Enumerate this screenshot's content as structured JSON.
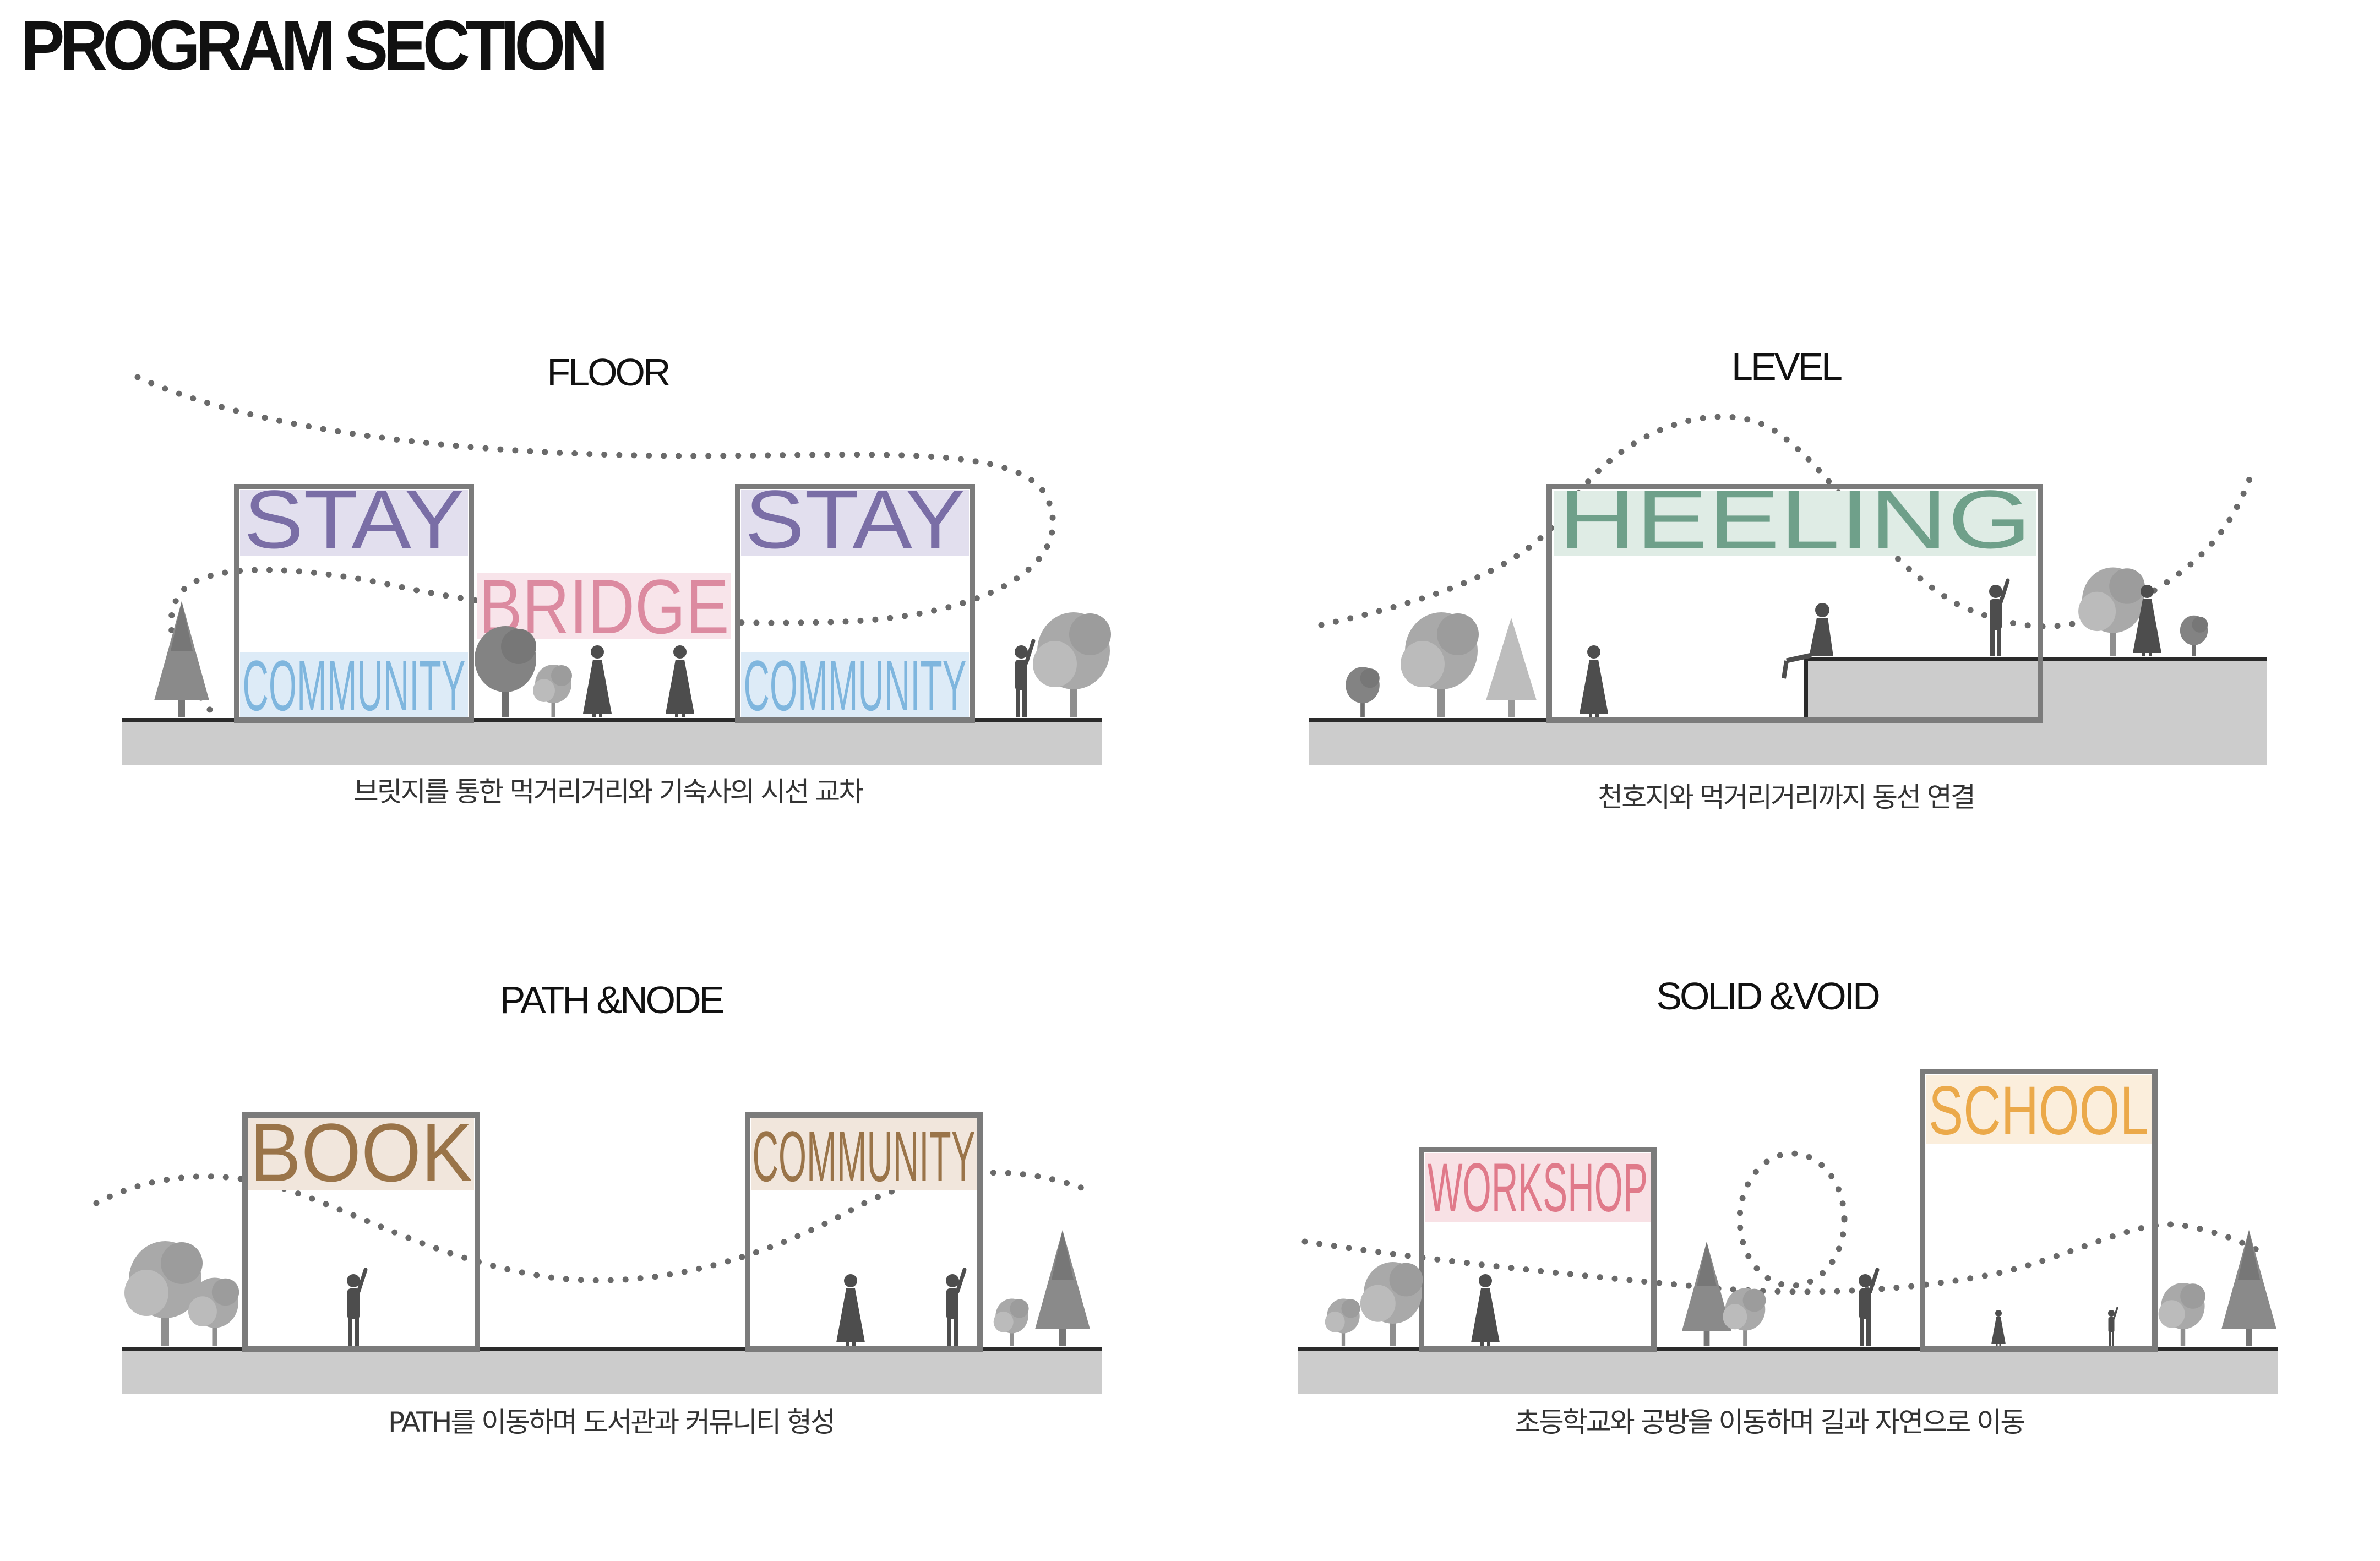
{
  "title": "PROGRAM SECTION",
  "panels": [
    {
      "title": "FLOOR",
      "caption": "브릿지를 통한 먹거리거리와 기숙사의 시선 교차",
      "labels": [
        "STAY",
        "STAY",
        "BRIDGE",
        "COMMUNITY",
        "COMMUNITY"
      ]
    },
    {
      "title": "LEVEL",
      "caption": "천호지와 먹거리거리까지 동선 연결",
      "labels": [
        "HEELING"
      ]
    },
    {
      "title": "PATH &NODE",
      "caption": "PATH를 이동하며 도서관과 커뮤니티 형성",
      "labels": [
        "BOOK",
        "COMMUNITY"
      ]
    },
    {
      "title": "SOLID &VOID",
      "caption": "초등학교와 공방을 이동하며 길과 자연으로 이동",
      "labels": [
        "WORKSHOP",
        "SCHOOL"
      ]
    }
  ],
  "colors": {
    "stay": "#7a6ea6",
    "stay_bg": "#e2dfee",
    "bridge": "#dc8aa0",
    "bridge_bg": "#f8e4ea",
    "community": "#7fb6de",
    "community_bg": "#ddebf7",
    "heeling": "#6fa08a",
    "heeling_bg": "#dfece5",
    "book": "#9a7449",
    "book_bg": "#f1e6dc",
    "workshop": "#e07a8a",
    "workshop_bg": "#f8e1e5",
    "school": "#eba94a",
    "school_bg": "#fbeedc",
    "frame": "#7b7b7b",
    "ground": "#cccccc"
  }
}
